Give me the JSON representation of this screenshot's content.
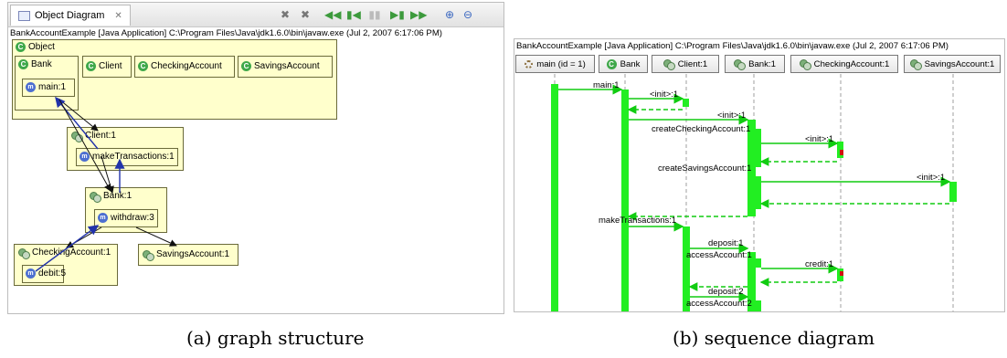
{
  "panel_a": {
    "tab_title": "Object Diagram",
    "tab_close": "✕",
    "path": "BankAccountExample [Java Application] C:\\Program Files\\Java\\jdk1.6.0\\bin\\javaw.exe (Jul 2, 2007 6:17:06 PM)",
    "toolbar_icons": [
      "remove-icon",
      "remove-all-icon",
      "step-back-icon",
      "step-start-icon",
      "pause-icon",
      "step-end-icon",
      "step-forward-icon",
      "zoom-in-icon",
      "zoom-out-icon"
    ],
    "object_box": "Object",
    "classes": [
      "Bank",
      "Client",
      "CheckingAccount",
      "SavingsAccount"
    ],
    "method_main": "main:1",
    "client_obj": "Client:1",
    "method_make": "makeTransactions:1",
    "bank_obj": "Bank:1",
    "method_withdraw": "withdraw:3",
    "checking_obj": "CheckingAccount:1",
    "method_debit": "debit:5",
    "savings_obj": "SavingsAccount:1",
    "caption": "(a) graph structure"
  },
  "panel_b": {
    "path": "BankAccountExample [Java Application] C:\\Program Files\\Java\\jdk1.6.0\\bin\\javaw.exe (Jul 2, 2007 6:17:06 PM)",
    "lifelines": [
      "main (id = 1)",
      "Bank",
      "Client:1",
      "Bank:1",
      "CheckingAccount:1",
      "SavingsAccount:1"
    ],
    "messages": [
      "main:1",
      "<init>:1",
      "<init>:1",
      "createCheckingAccount:1",
      "<init>:1",
      "createSavingsAccount:1",
      "<init>:1",
      "makeTransactions:1",
      "deposit:1",
      "accessAccount:1",
      "credit:1",
      "deposit:2",
      "accessAccount:2"
    ],
    "caption": "(b) sequence diagram"
  },
  "colors": {
    "activation": "#22ee22",
    "message": "#11cc11",
    "note_bg": "#ffffcc",
    "error": "#d01010"
  }
}
